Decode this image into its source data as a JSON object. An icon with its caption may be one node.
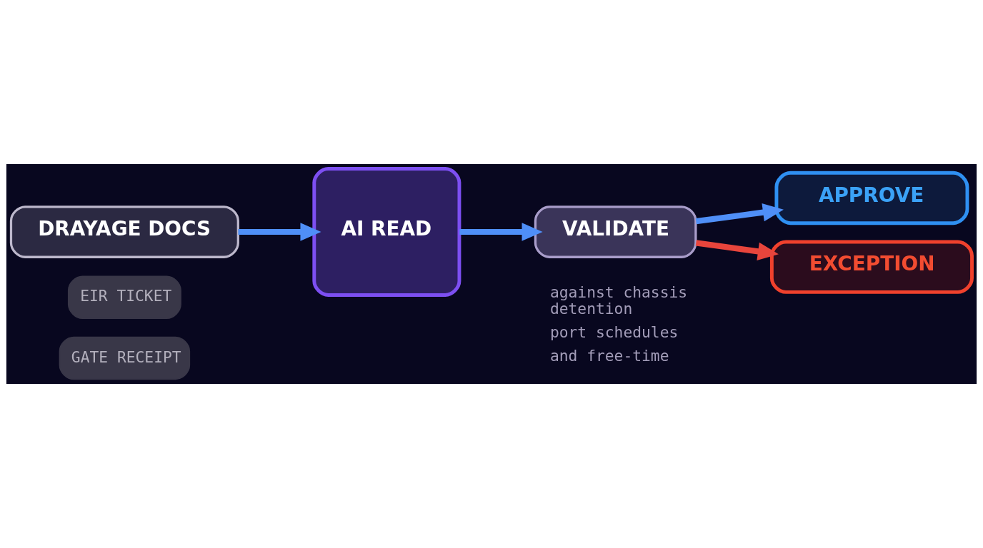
{
  "diagram": {
    "nodes": [
      {
        "text": [
          "DRAYAGE DOCS"
        ]
      },
      {
        "text": [
          "EIR TICKET"
        ]
      },
      {
        "text": [
          "GATE RECEIPT"
        ]
      },
      {
        "text": [
          "AI READ"
        ]
      },
      {
        "text": [
          "VALIDATE"
        ],
        "beside": [
          "against chassis detention",
          "port schedules",
          "and free-time"
        ]
      },
      {
        "text": [
          "APPROVE"
        ]
      },
      {
        "text": [
          "EXCEPTION"
        ]
      }
    ],
    "edges": [
      {
        "from": 0,
        "to": 3,
        "arrow": "to"
      },
      {
        "from": 3,
        "to": 4,
        "arrow": "to"
      },
      {
        "from": 4,
        "to": 5,
        "arrow": "to"
      },
      {
        "from": 4,
        "to": 6,
        "arrow": "to",
        "color": "#e8453c"
      }
    ]
  }
}
